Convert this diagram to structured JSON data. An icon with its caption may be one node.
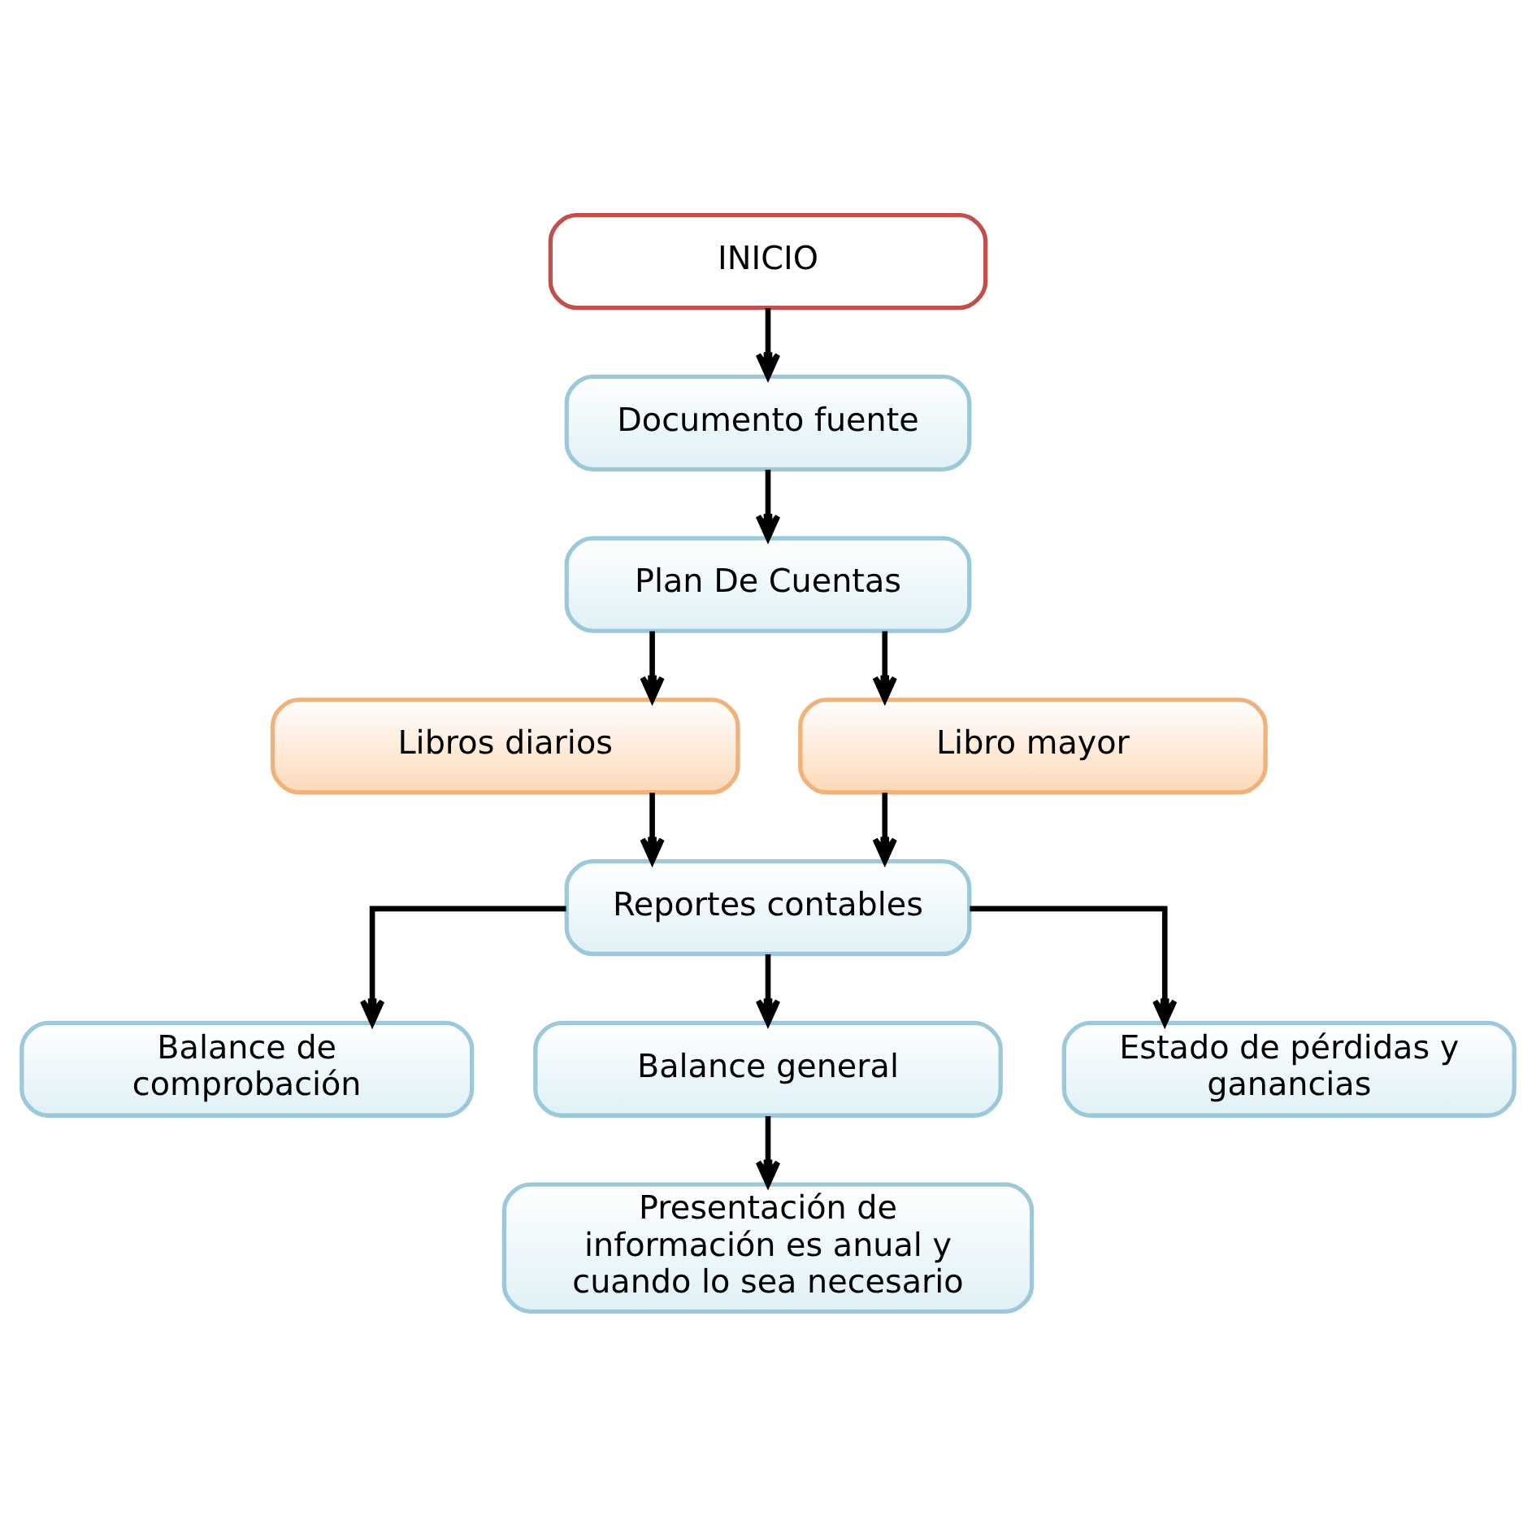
{
  "diagram": {
    "nodes": [
      {
        "text": [
          "INICIO"
        ]
      },
      {
        "text": [
          "Documento fuente"
        ]
      },
      {
        "text": [
          "Plan De Cuentas"
        ]
      },
      {
        "text": [
          "Libros diarios"
        ]
      },
      {
        "text": [
          "Libro mayor"
        ]
      },
      {
        "text": [
          "Reportes contables"
        ]
      },
      {
        "text": [
          "Balance de comprobación"
        ]
      },
      {
        "text": [
          "Balance general"
        ]
      },
      {
        "text": [
          "Estado de pérdidas y ganancias"
        ]
      },
      {
        "text": [
          "Presentación de información es anual y cuando lo sea necesario"
        ]
      }
    ],
    "edges": [
      {
        "from": 0,
        "to": 1,
        "arrow": "to"
      },
      {
        "from": 1,
        "to": 2,
        "arrow": "to"
      },
      {
        "from": 2,
        "to": 3,
        "arrow": "to"
      },
      {
        "from": 2,
        "to": 4,
        "arrow": "to"
      },
      {
        "from": 3,
        "to": 5,
        "arrow": "to"
      },
      {
        "from": 4,
        "to": 5,
        "arrow": "to"
      },
      {
        "from": 5,
        "to": 6,
        "arrow": "to"
      },
      {
        "from": 5,
        "to": 7,
        "arrow": "to"
      },
      {
        "from": 5,
        "to": 8,
        "arrow": "to"
      },
      {
        "from": 7,
        "to": 9,
        "arrow": "to"
      }
    ]
  }
}
